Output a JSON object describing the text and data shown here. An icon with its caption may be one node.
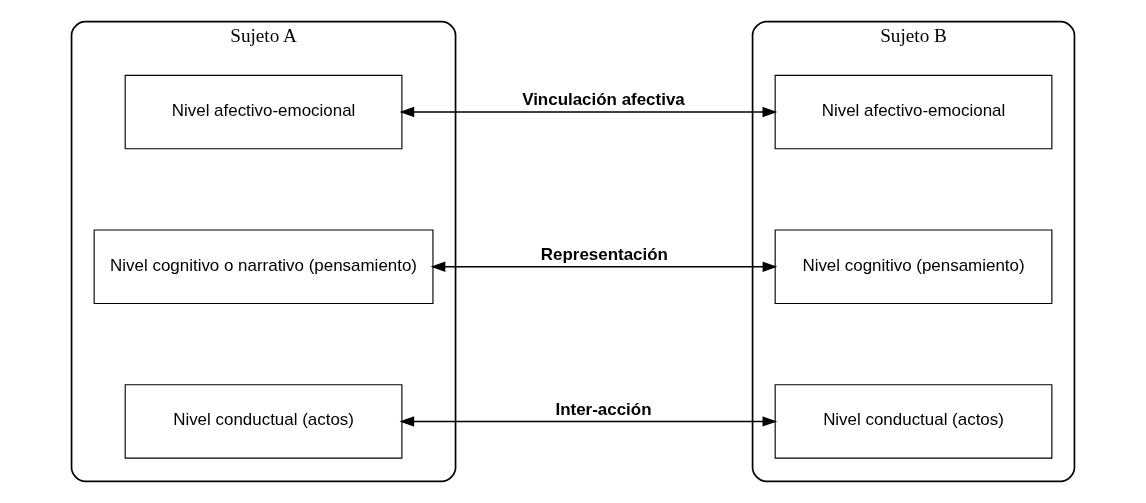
{
  "diagram": {
    "nodes": [
      {
        "text": [
          "Sujeto A"
        ]
      },
      {
        "text": [
          "Nivel conductual (actos)"
        ],
        "in": 0
      },
      {
        "text": [
          "Nivel cognitivo o narrativo (pensamiento)"
        ],
        "in": 0
      },
      {
        "text": [
          "Nivel afectivo-emocional"
        ],
        "in": 0
      },
      {
        "text": [
          "Sujeto B"
        ]
      },
      {
        "text": [
          "Nivel conductual (actos)"
        ],
        "in": 4
      },
      {
        "text": [
          "Nivel cognitivo (pensamiento)"
        ],
        "in": 4
      },
      {
        "text": [
          "Nivel afectivo-emocional"
        ],
        "in": 4
      }
    ],
    "edges": [
      {
        "from": 1,
        "to": 5,
        "arrow": "both",
        "label": "Inter-acción"
      },
      {
        "from": 2,
        "to": 6,
        "arrow": "both",
        "label": "Representación"
      },
      {
        "from": 3,
        "to": 7,
        "arrow": "both",
        "label": "Vinculación afectiva"
      }
    ]
  }
}
